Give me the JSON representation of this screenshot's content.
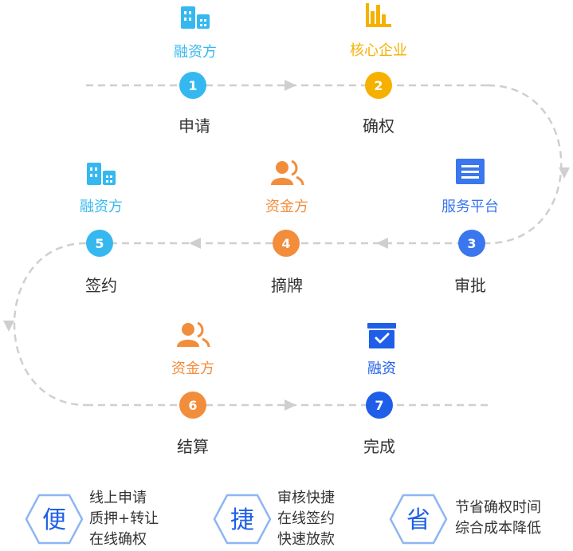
{
  "colors": {
    "lightblue": "#35b8f0",
    "orange": "#f28d3c",
    "yellow": "#f6b100",
    "royal": "#3a76ee",
    "deepblue": "#1f5fe8",
    "dash": "#cfcfcf",
    "text": "#333333",
    "hex_stroke": "#8db6f2",
    "hex_text": "#1f5fe8"
  },
  "steps": [
    {
      "num": "1",
      "role": "融资方",
      "label": "申请",
      "role_icon": "building-icon",
      "color": "lightblue"
    },
    {
      "num": "2",
      "role": "核心企业",
      "label": "确权",
      "role_icon": "bar-chart-icon",
      "color": "yellow"
    },
    {
      "num": "3",
      "role": "服务平台",
      "label": "审批",
      "role_icon": "list-document-icon",
      "color": "royal"
    },
    {
      "num": "4",
      "role": "资金方",
      "label": "摘牌",
      "role_icon": "users-icon",
      "color": "orange"
    },
    {
      "num": "5",
      "role": "融资方",
      "label": "签约",
      "role_icon": "building-icon",
      "color": "lightblue"
    },
    {
      "num": "6",
      "role": "资金方",
      "label": "结算",
      "role_icon": "users-icon",
      "color": "orange"
    },
    {
      "num": "7",
      "role": "融资",
      "label": "完成",
      "role_icon": "check-box-icon",
      "color": "deepblue"
    }
  ],
  "features": [
    {
      "char": "便",
      "lines": [
        "线上申请",
        "质押+转让",
        "在线确权"
      ]
    },
    {
      "char": "捷",
      "lines": [
        "审核快捷",
        "在线签约",
        "快速放款"
      ]
    },
    {
      "char": "省",
      "lines": [
        "节省确权时间",
        "综合成本降低"
      ]
    }
  ]
}
